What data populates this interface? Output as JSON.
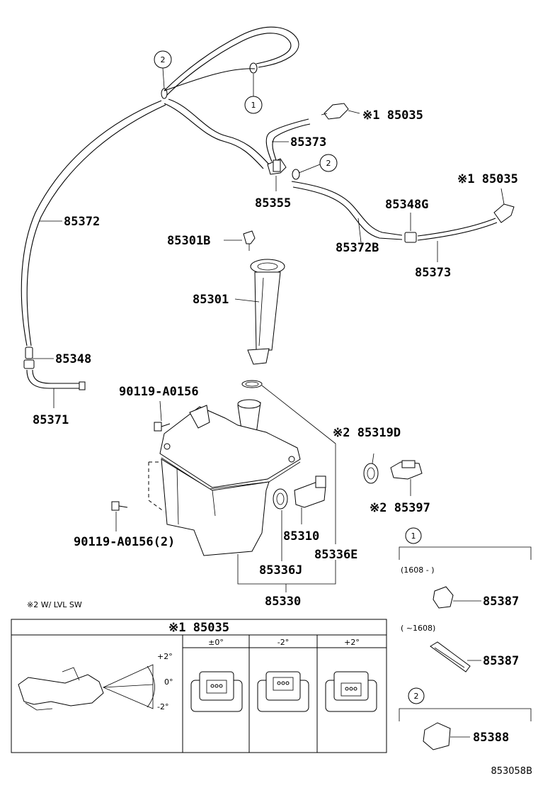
{
  "parts": {
    "p85035_top": "※1 85035",
    "p85373_top": "85373",
    "circle2_a": "2",
    "circle1": "1",
    "circle2_b": "2",
    "p85355": "85355",
    "p85035_right": "※1 85035",
    "p85348G": "85348G",
    "p85372": "85372",
    "p85372B": "85372B",
    "p85373_bottom": "85373",
    "p85301B": "85301B",
    "p85301": "85301",
    "p85348": "85348",
    "p85371": "85371",
    "p90119_a": "90119-A0156",
    "p85319D": "※2 85319D",
    "p85397": "※2 85397",
    "p90119_b": "90119-A0156(2)",
    "p85310": "85310",
    "p85336E": "85336E",
    "p85336J": "85336J",
    "p85330": "85330",
    "note_lvl": "※2 W/ LVL SW"
  },
  "detail_1": {
    "marker": "1",
    "range_a": "(1608 -    )",
    "part_a": "85387",
    "range_b": "(    ~1608)",
    "part_b": "85387"
  },
  "detail_2": {
    "marker": "2",
    "part": "85388"
  },
  "table": {
    "title": "※1 85035",
    "columns": [
      "±0°",
      "-2°",
      "+2°"
    ],
    "angles": [
      "+2°",
      "0°",
      "-2°"
    ]
  },
  "figure_code": "853058B"
}
